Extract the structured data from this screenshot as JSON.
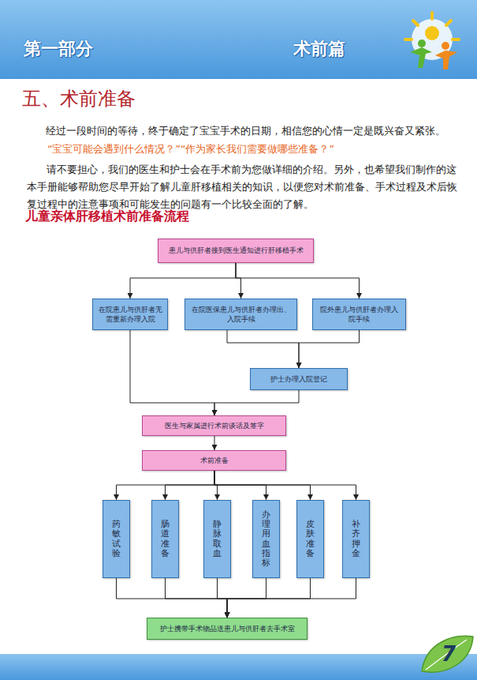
{
  "diagram": {
    "title": "儿童亲体肝移植术前准备流程",
    "nodes": [
      {
        "text": [
          "患儿与供肝者接到医生通知进行肝移植手术"
        ]
      },
      {
        "text": [
          "在院患儿与供肝者无需重新办理入院"
        ]
      },
      {
        "text": [
          "在院医保患儿与供肝者办理出、入院手续"
        ]
      },
      {
        "text": [
          "院外患儿与供肝者办理入院手续"
        ]
      },
      {
        "text": [
          "护士办理入院登记"
        ]
      },
      {
        "text": [
          "医生与家属进行术前谈话及签字"
        ]
      },
      {
        "text": [
          "术前准备"
        ]
      },
      {
        "text": [
          "药敏试验"
        ]
      },
      {
        "text": [
          "肠道准备"
        ]
      },
      {
        "text": [
          "静脉取血"
        ]
      },
      {
        "text": [
          "办理用血指标"
        ]
      },
      {
        "text": [
          "皮肤准备"
        ]
      },
      {
        "text": [
          "补齐押金"
        ]
      },
      {
        "text": [
          "护士携带手术物品送患儿与供肝者去手术室"
        ]
      }
    ],
    "edges": [
      {
        "from": 0,
        "to": 1,
        "arrow": "to"
      },
      {
        "from": 0,
        "to": 2,
        "arrow": "to"
      },
      {
        "from": 0,
        "to": 3,
        "arrow": "to"
      },
      {
        "from": 2,
        "to": 4,
        "arrow": "to"
      },
      {
        "from": 3,
        "to": 4,
        "arrow": "to"
      },
      {
        "from": 1,
        "to": 5,
        "arrow": "to"
      },
      {
        "from": 4,
        "to": 5,
        "arrow": "to"
      },
      {
        "from": 5,
        "to": 6,
        "arrow": "to"
      },
      {
        "from": 6,
        "to": 7,
        "arrow": "to"
      },
      {
        "from": 6,
        "to": 8,
        "arrow": "to"
      },
      {
        "from": 6,
        "to": 9,
        "arrow": "to"
      },
      {
        "from": 6,
        "to": 10,
        "arrow": "to"
      },
      {
        "from": 6,
        "to": 11,
        "arrow": "to"
      },
      {
        "from": 6,
        "to": 12,
        "arrow": "to"
      },
      {
        "from": 7,
        "to": 13,
        "arrow": "to"
      },
      {
        "from": 8,
        "to": 13,
        "arrow": "to"
      },
      {
        "from": 9,
        "to": 13,
        "arrow": "to"
      },
      {
        "from": 10,
        "to": 13,
        "arrow": "to"
      },
      {
        "from": 11,
        "to": 13,
        "arrow": "to"
      },
      {
        "from": 12,
        "to": 13,
        "arrow": "to"
      }
    ],
    "labels": [
      "第一部分",
      "术前篇",
      "五、术前准备",
      "经过一段时间的等待，终于确定了宝宝手术的日期，相信您的心情一定是既兴奋又紧张。",
      "“宝宝可能会遇到什么情况？”“作为家长我们需要做哪些准备？”",
      "请不要担心，我们的医生和护士会在手术前为您做详细的介绍。另外，也希望我们制作的这本手册能够帮助您尽早开始了解儿童肝移植相关的知识，以便您对术前准备、手术过程及术后恢复过程中的注意事项和可能发生的问题有一个比较全面的了解。",
      "7"
    ]
  }
}
